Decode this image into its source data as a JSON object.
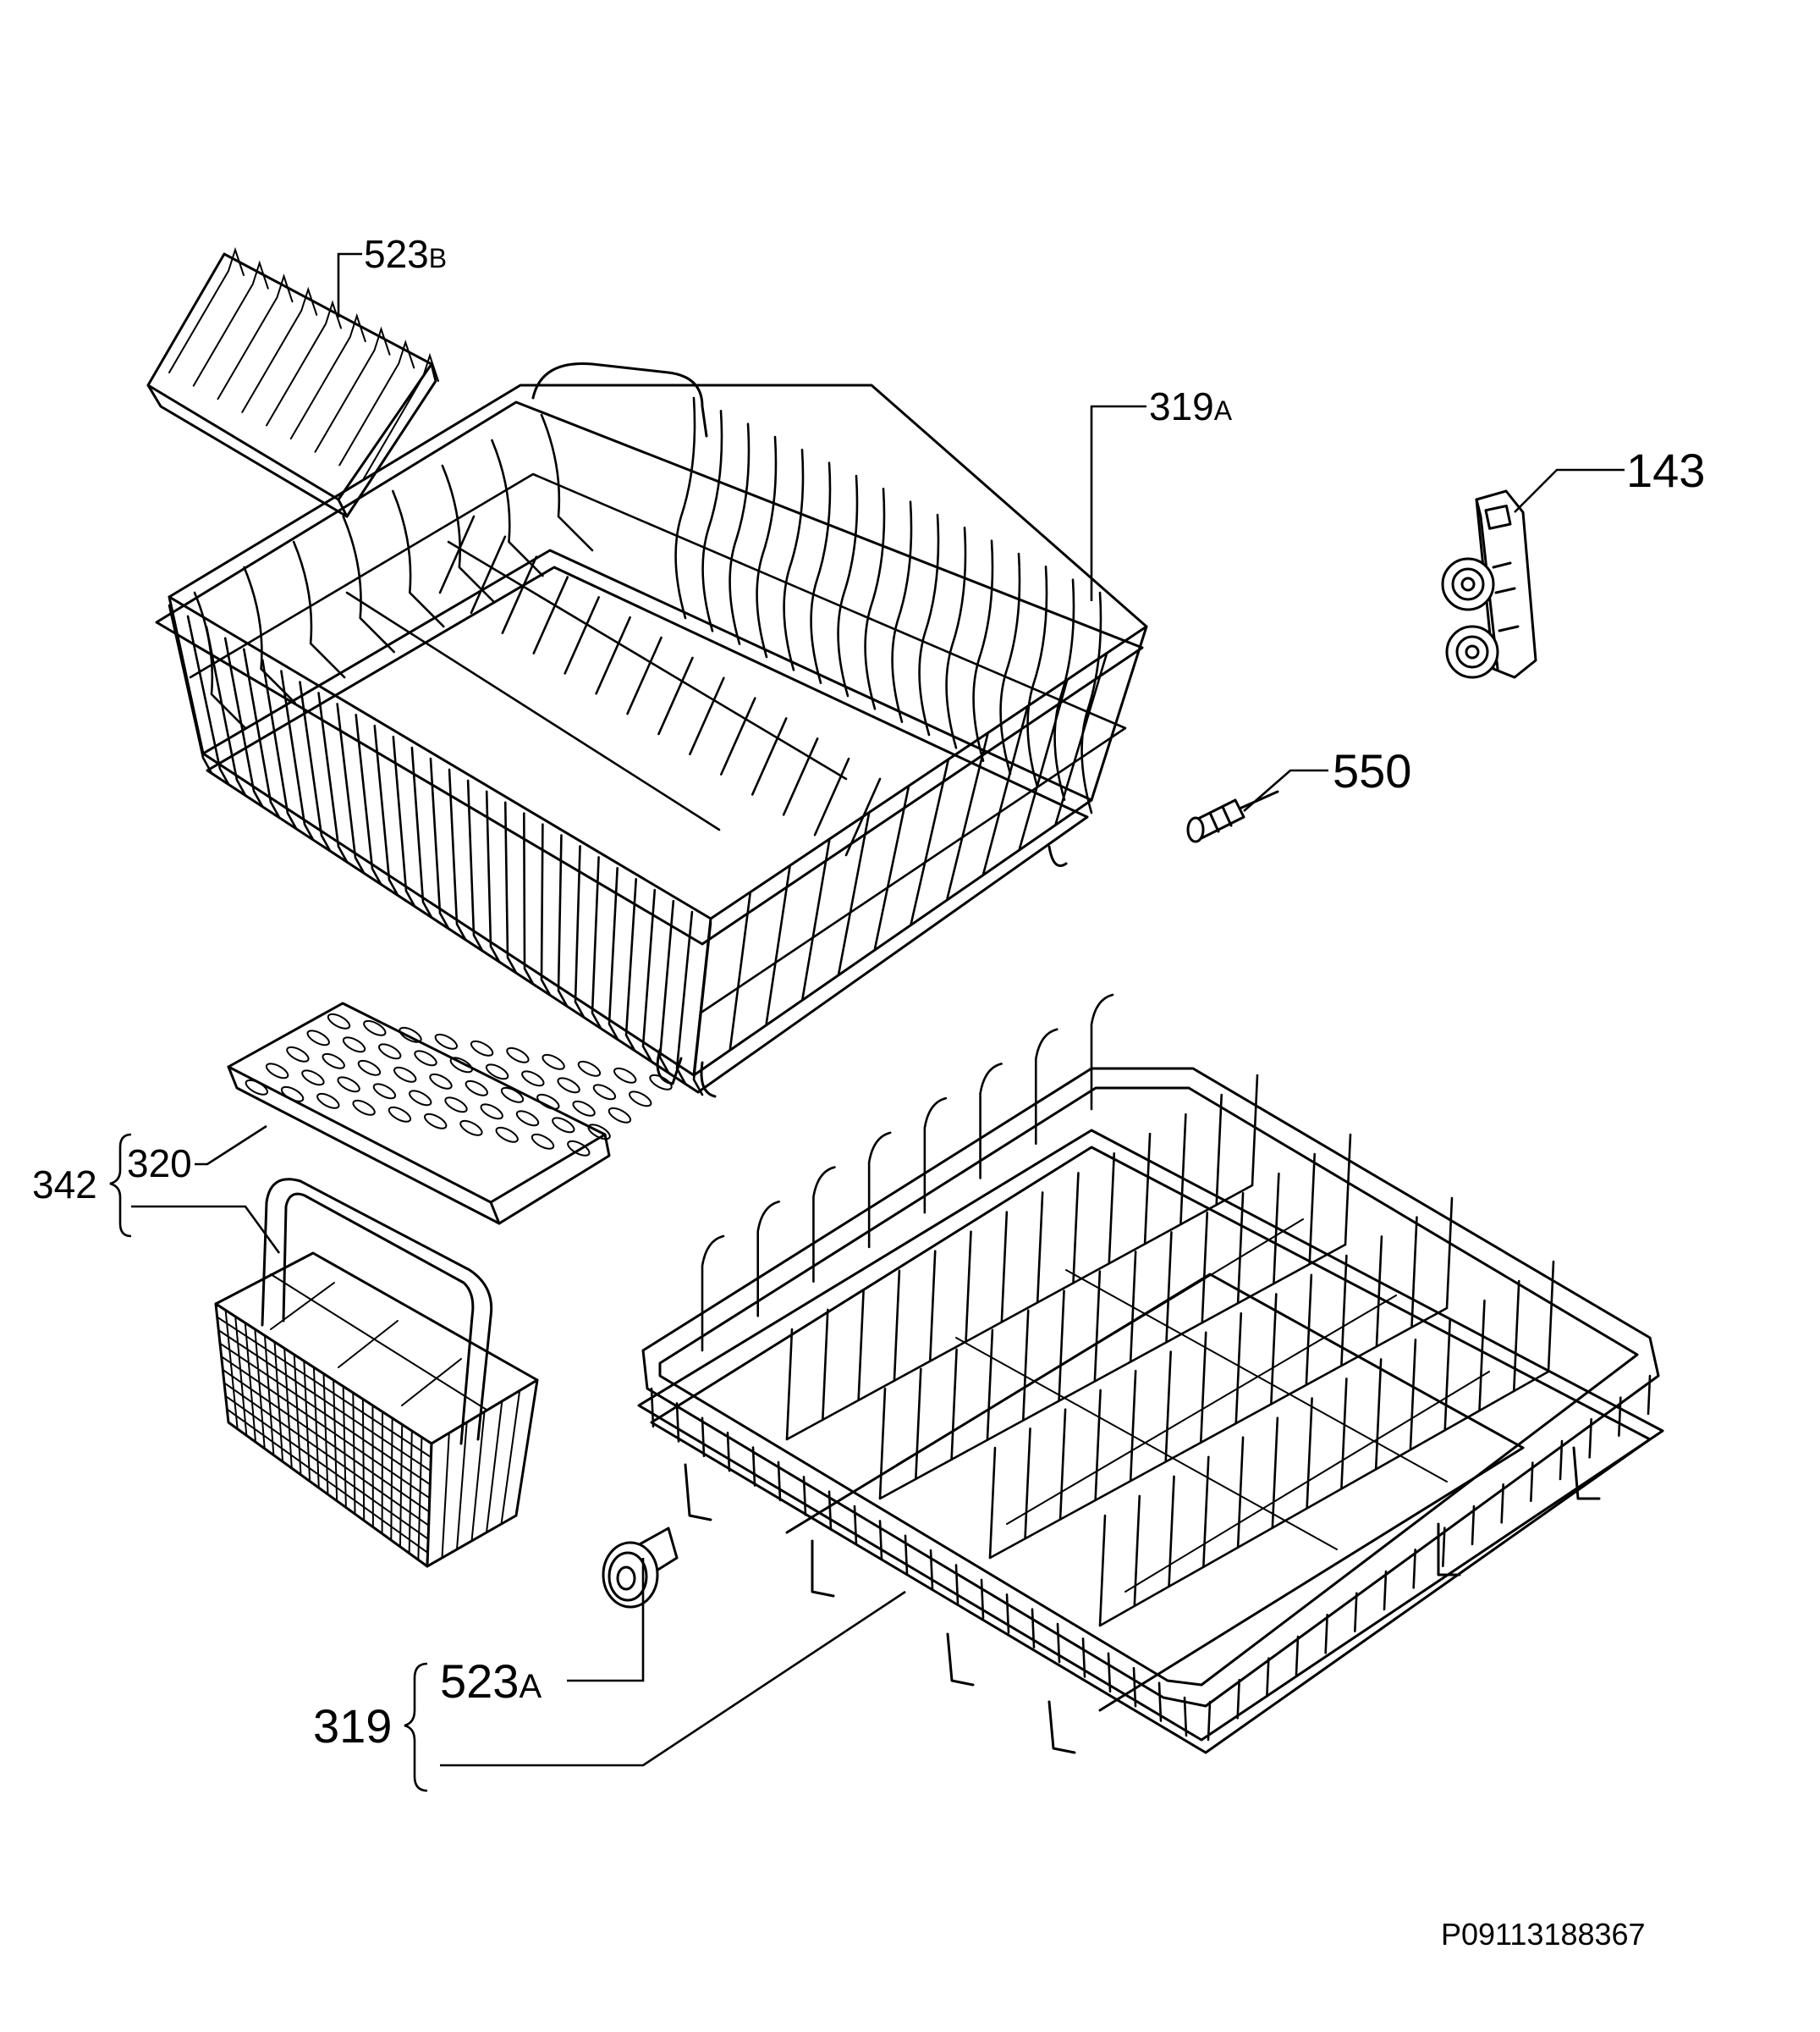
{
  "labels": {
    "p523b": {
      "num": "523",
      "suffix": "B"
    },
    "p319a": {
      "num": "319",
      "suffix": "A"
    },
    "p143": {
      "num": "143"
    },
    "p550": {
      "num": "550"
    },
    "p342": {
      "num": "342"
    },
    "p320": {
      "num": "320"
    },
    "p319": {
      "num": "319"
    },
    "p523a": {
      "num": "523",
      "suffix": "A"
    }
  },
  "drawing_code": "P09113188367"
}
